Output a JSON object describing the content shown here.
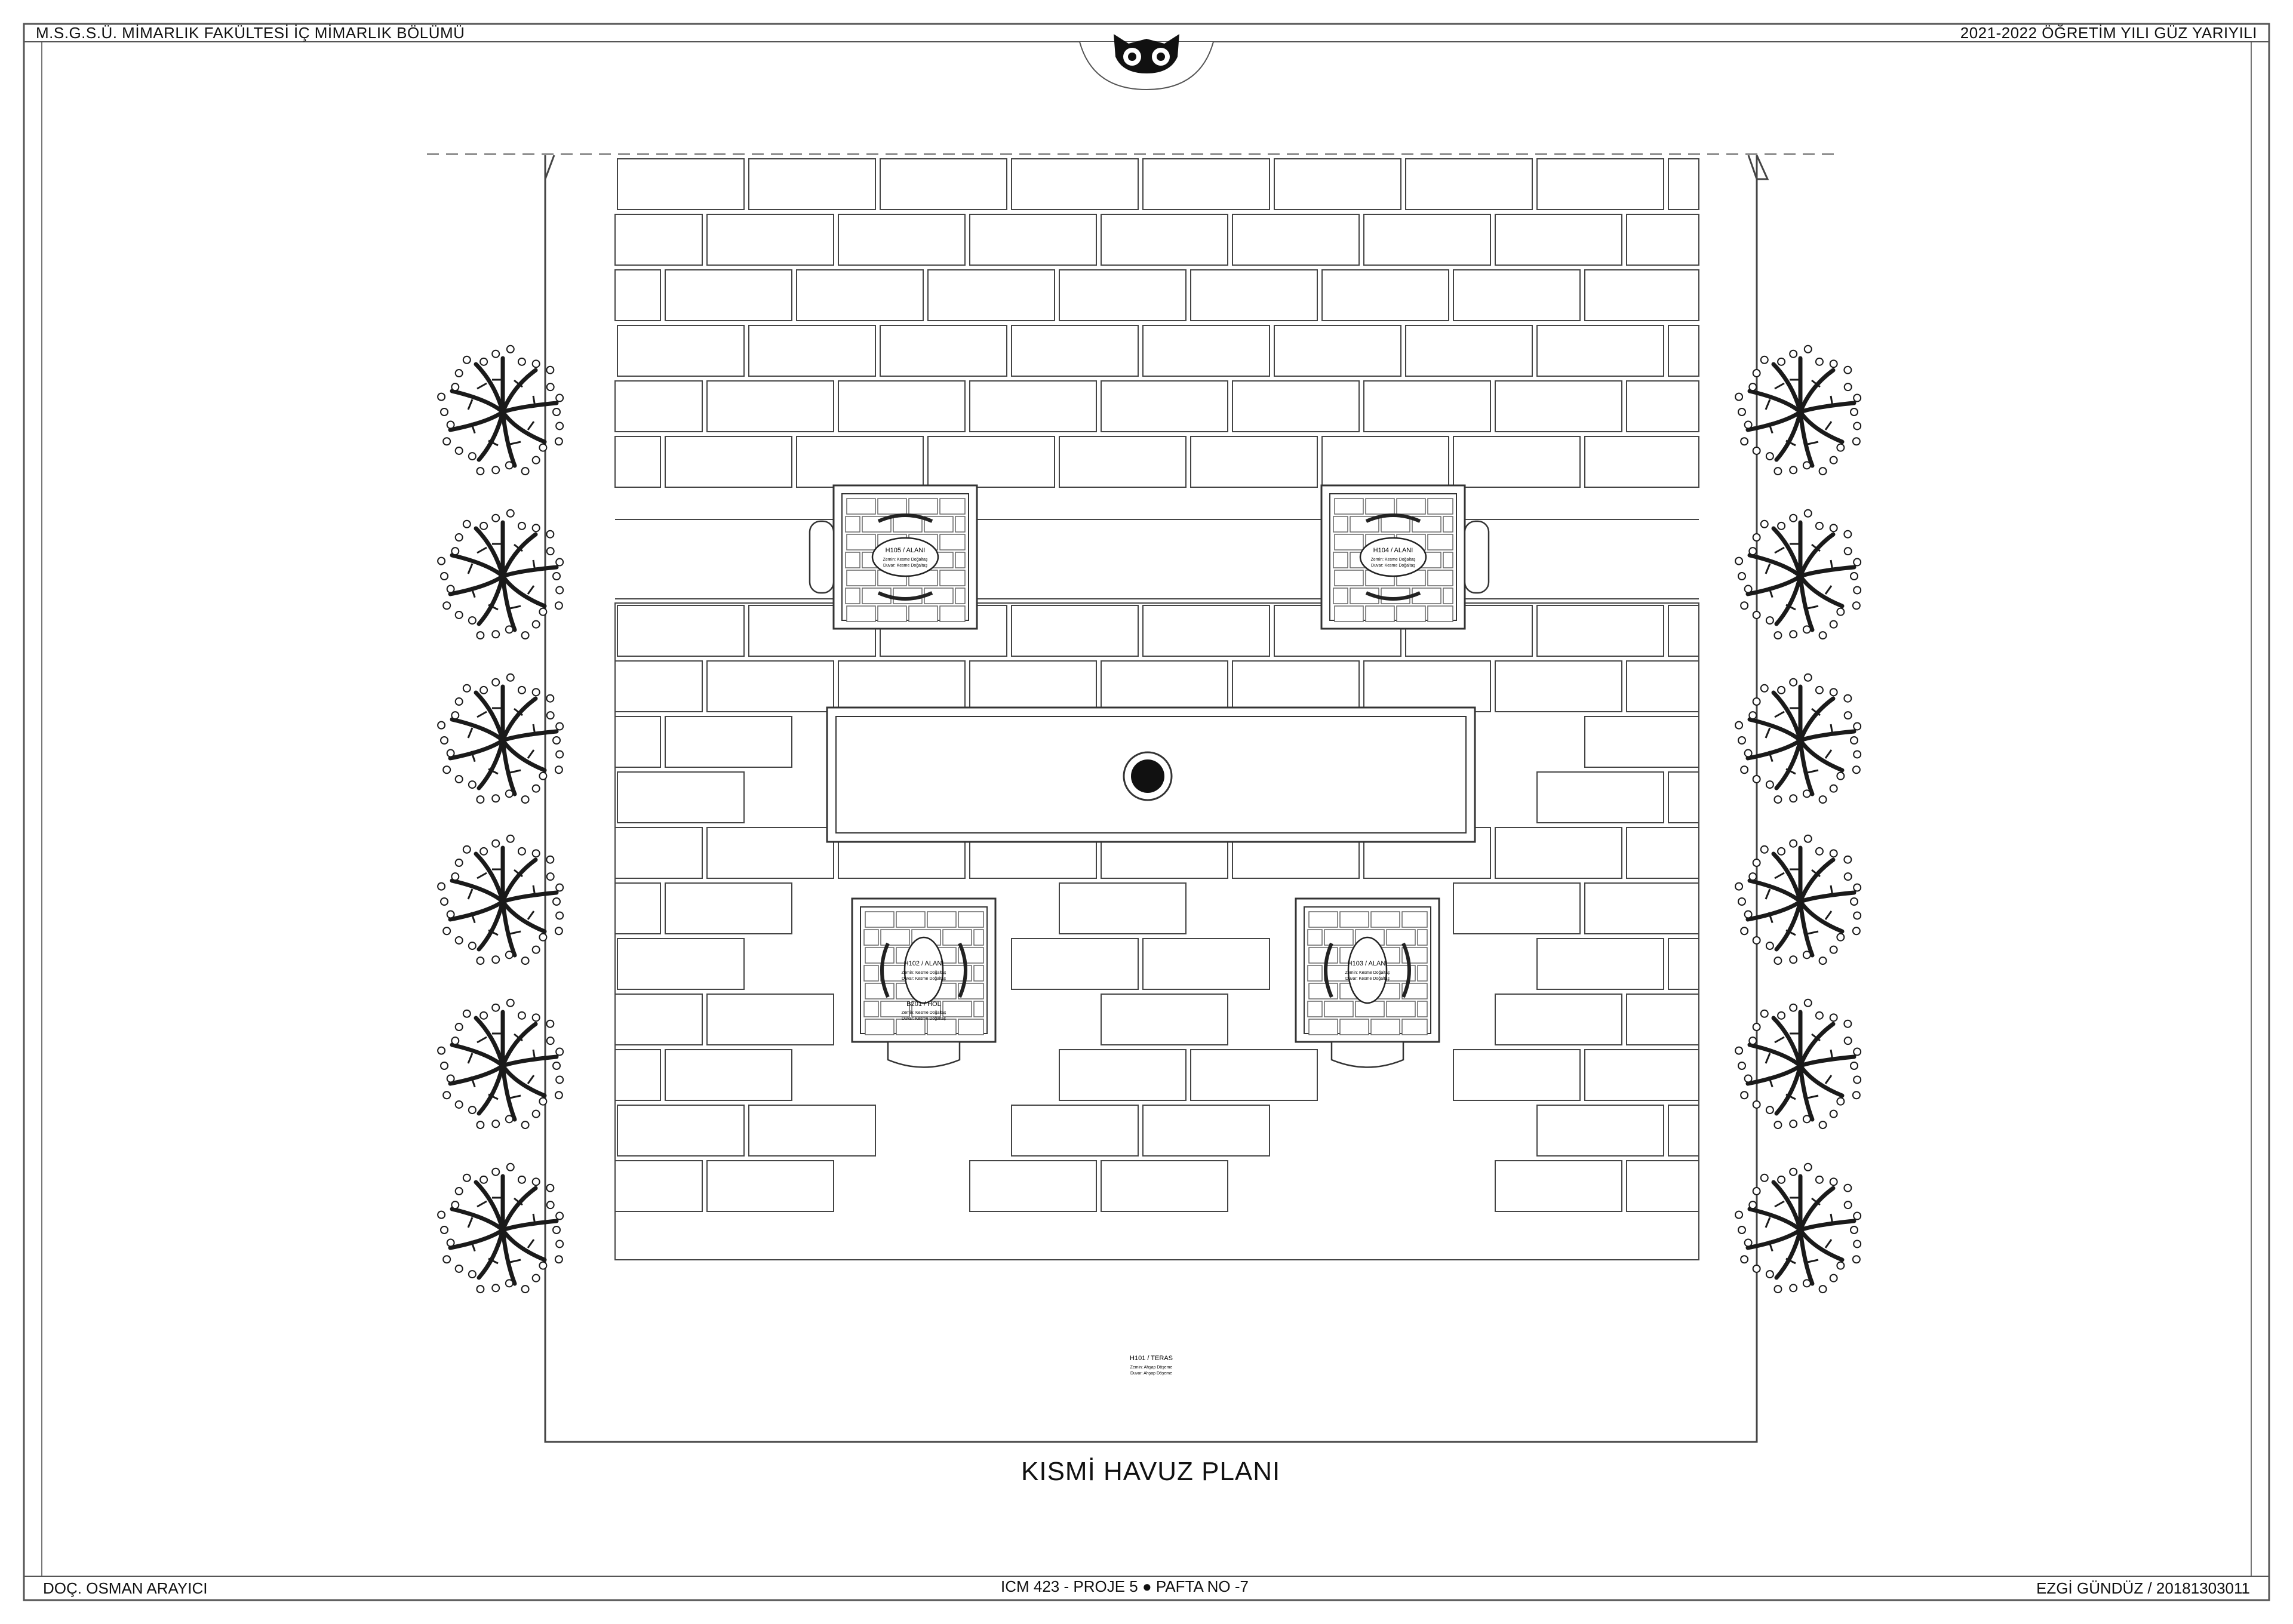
{
  "header": {
    "left": "M.S.G.S.Ü. MİMARLIK FAKÜLTESİ İÇ MİMARLIK BÖLÜMÜ",
    "right": "2021-2022 ÖĞRETİM YILI GÜZ YARIYILI",
    "logo": "owl-logo-icon"
  },
  "plan": {
    "title": "KISMİ HAVUZ PLANI",
    "rooms": [
      {
        "code": "H105 / ALANI",
        "notes": [
          "Zemin: Kesme Doğaltaş",
          "Duvar: Kesme Doğaltaş"
        ]
      },
      {
        "code": "H104 / ALANI",
        "notes": [
          "Zemin: Kesme Doğaltaş",
          "Duvar: Kesme Doğaltaş"
        ]
      },
      {
        "code": "H102 / ALANI",
        "notes": [
          "Zemin: Kesme Doğaltaş",
          "Duvar: Kesme Doğaltaş"
        ]
      },
      {
        "code": "H103 / ALANI",
        "notes": [
          "Zemin: Kesme Doğaltaş",
          "Duvar: Kesme Doğaltaş"
        ]
      }
    ],
    "hall": {
      "code": "B201 / HOL",
      "notes": [
        "Zemin: Kesme Doğaltaş",
        "Duvar: Kesme Doğaltaş"
      ]
    },
    "terrace": {
      "code": "H101 / TERAS",
      "notes": [
        "Zemin: Ahşap Döşeme",
        "Duvar: Ahşap Döşeme"
      ]
    }
  },
  "footer": {
    "left": "DOÇ. OSMAN ARAYICI",
    "center": "ICM 423 - PROJE 5 ● PAFTA NO -7",
    "right": "EZGİ GÜNDÜZ / 20181303011"
  },
  "colors": {
    "line": "#333333",
    "tree": "#1a1a1a",
    "paper": "#ffffff"
  }
}
